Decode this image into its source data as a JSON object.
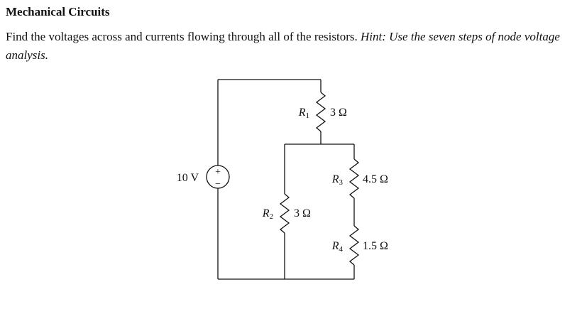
{
  "document": {
    "title": "Mechanical Circuits",
    "problem": {
      "text": "Find the voltages across and currents flowing through all of the resistors.",
      "hint_label": "Hint:",
      "hint_text": "Use the seven steps of node voltage analysis."
    }
  },
  "circuit": {
    "source": {
      "value": "10 V",
      "plus": "+",
      "minus": "−"
    },
    "resistors": [
      {
        "letter": "R",
        "index": "1",
        "value": "3 Ω"
      },
      {
        "letter": "R",
        "index": "2",
        "value": "3 Ω"
      },
      {
        "letter": "R",
        "index": "3",
        "value": "4.5 Ω"
      },
      {
        "letter": "R",
        "index": "4",
        "value": "1.5 Ω"
      }
    ]
  }
}
